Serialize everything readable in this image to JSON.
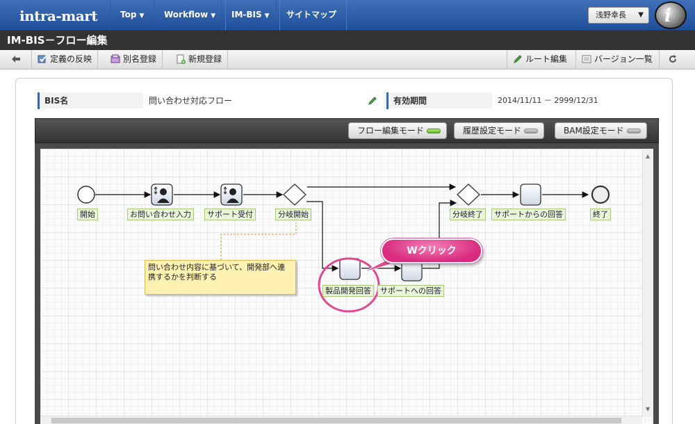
{
  "app": {
    "logo_text": "intra-mart",
    "nav": [
      {
        "label": "Top",
        "caret": true
      },
      {
        "label": "Workflow",
        "caret": true
      },
      {
        "label": "IM-BIS",
        "caret": true
      },
      {
        "label": "サイトマップ",
        "caret": false
      }
    ],
    "user_name": "浅野幸長",
    "info_glyph": "i"
  },
  "page_title": "IM-BIS－フロー編集",
  "toolbar": {
    "back_icon": "arrow-left-icon",
    "apply_label": "定義の反映",
    "alias_label": "別名登録",
    "new_label": "新規登録",
    "route_label": "ルート編集",
    "version_label": "バージョン一覧",
    "refresh_icon": "refresh-icon"
  },
  "info": {
    "bis_name_label": "BIS名",
    "bis_name_value": "問い合わせ対応フロー",
    "period_label": "有効期間",
    "period_value": "2014/11/11 － 2999/12/31"
  },
  "modes": {
    "flow_edit": "フロー編集モード",
    "history": "履歴設定モード",
    "bam": "BAM設定モード",
    "active": "flow_edit"
  },
  "flow": {
    "nodes": {
      "start": "開始",
      "inquiry": "お問い合わせ入力",
      "support_accept": "サポート受付",
      "branch_start": "分岐開始",
      "product_answer": "製品開発回答",
      "support_answer_to": "サポートへの回答",
      "branch_end": "分岐終了",
      "support_answer_from": "サポートからの回答",
      "end": "終了"
    },
    "note_text": "問い合わせ内容に基づいて、開発部へ連携するかを判断する",
    "callout_text": "Wクリック"
  },
  "colors": {
    "nav": "#2a5ca8",
    "accent_pink": "#e0488f",
    "label_bg": "#eaf5d8",
    "note_bg": "#fff2b3"
  }
}
